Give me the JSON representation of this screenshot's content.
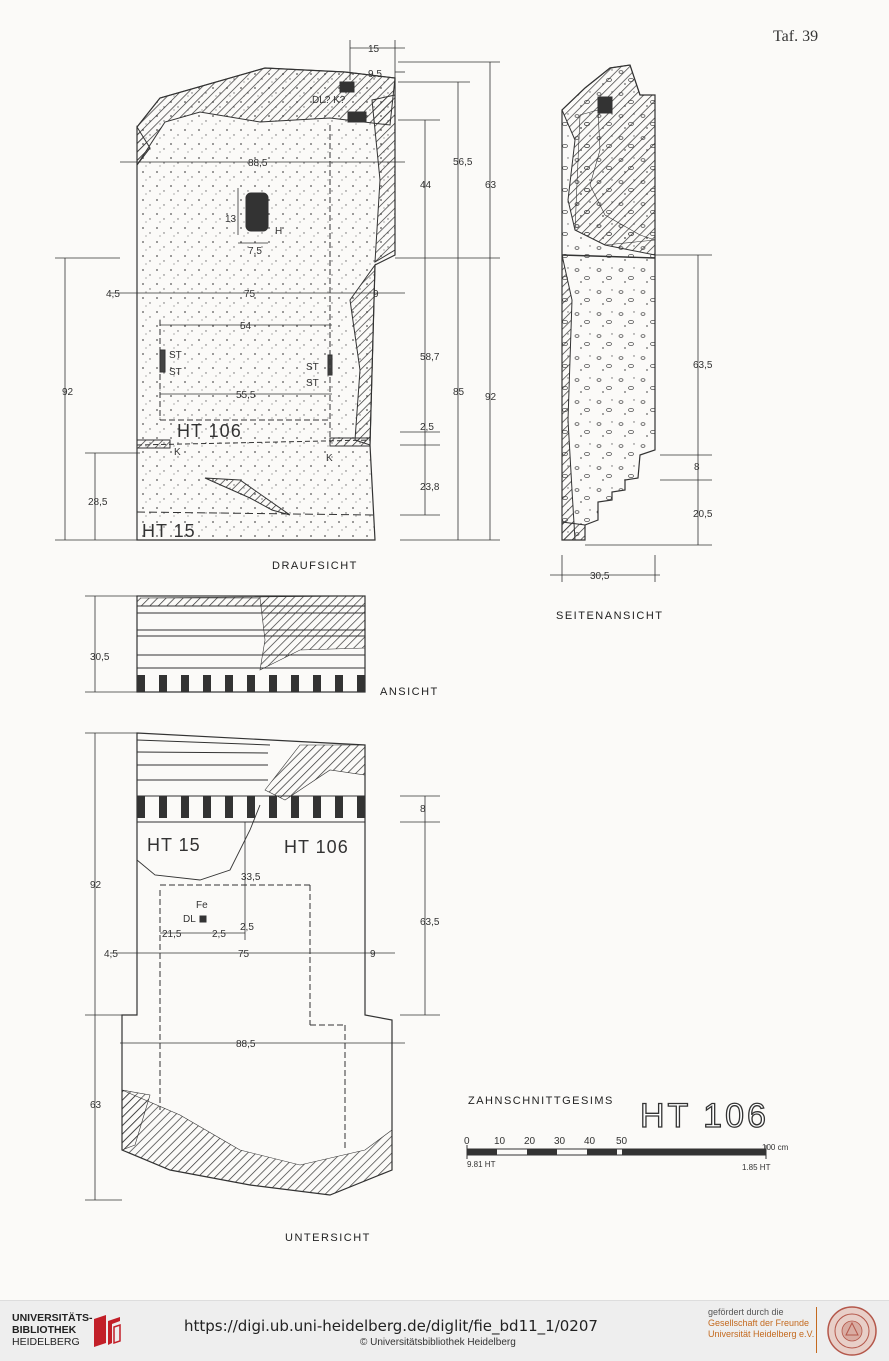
{
  "plate": {
    "number": "Taf. 39",
    "views": {
      "top": "DRAUFSICHT",
      "side": "SEITENANSICHT",
      "front": "ANSICHT",
      "bottom": "UNTERSICHT"
    },
    "subject": "ZAHNSCHNITTGESIMS",
    "object_id": "HT 106",
    "fragment_labels": {
      "a": "HT 106",
      "b": "HT 15"
    },
    "markers": {
      "dl_k": "DL? K?",
      "h": "H",
      "st": "ST",
      "k": "K",
      "fe": "Fe",
      "dl": "DL"
    },
    "dims": {
      "d15": "15",
      "d95": "9,5",
      "d885": "88,5",
      "d13": "13",
      "d75s": "7,5",
      "d45": "4,5",
      "d75": "75",
      "d9": "9",
      "d54": "54",
      "d555": "55,5",
      "d92": "92",
      "d285": "28,5",
      "d44": "44",
      "d565": "56,5",
      "d63": "63",
      "d587": "58,7",
      "d85": "85",
      "d25": "2,5",
      "d238": "23,8",
      "d635": "63,5",
      "d8": "8",
      "d205": "20,5",
      "d305": "30,5",
      "d335": "33,5",
      "d215": "21,5"
    },
    "scale": {
      "ticks": [
        "0",
        "10",
        "20",
        "30",
        "40",
        "50",
        "100 cm"
      ],
      "left_note": "9.81 HT",
      "right_note": "1.85 HT"
    }
  },
  "footer": {
    "library_lines": [
      "UNIVERSITÄTS-",
      "BIBLIOTHEK",
      "HEIDELBERG"
    ],
    "url": "https://digi.ub.uni-heidelberg.de/diglit/fie_bd11_1/0207",
    "copyright": "© Universitätsbibliothek Heidelberg",
    "sponsor_intro": "gefördert durch die",
    "sponsor_lines": [
      "Gesellschaft der Freunde",
      "Universität Heidelberg e.V."
    ]
  }
}
